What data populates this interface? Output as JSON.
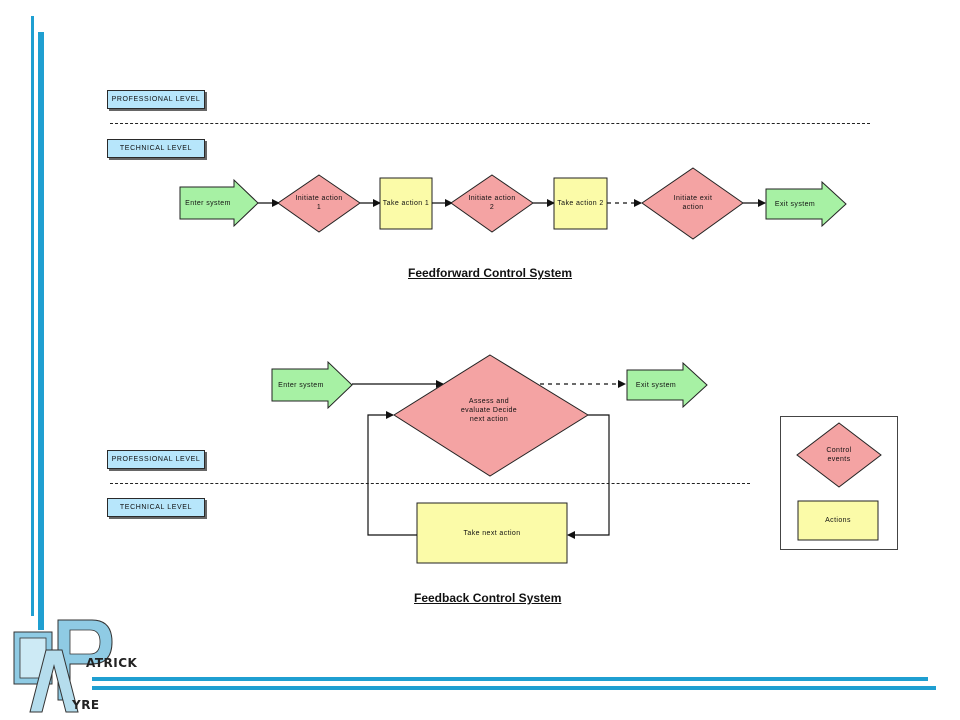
{
  "levels": {
    "professional": "PROFESSIONAL LEVEL",
    "technical": "TECHNICAL LEVEL"
  },
  "feedforward": {
    "title": "Feedforward Control System",
    "enter": "Enter system",
    "initiate1": "Initiate action 1",
    "take1": "Take action 1",
    "initiate2": "Initiate action 2",
    "take2": "Take action 2",
    "initiate_exit": "Initiate exit action",
    "exit": "Exit system"
  },
  "feedback": {
    "title": "Feedback Control System",
    "enter": "Enter system",
    "assess": "Assess and evaluate Decide next action",
    "exit": "Exit system",
    "take_next": "Take next action"
  },
  "legend": {
    "control_events": "Control events",
    "actions": "Actions"
  },
  "logo": {
    "line1": "ATRICK",
    "line2": "YRE"
  },
  "colors": {
    "accent": "#1f9fd1",
    "level_fill": "#b7e6fb",
    "decision_fill": "#f4a3a3",
    "action_fill": "#fbfba8",
    "arrow_fill": "#a7f1a4"
  }
}
